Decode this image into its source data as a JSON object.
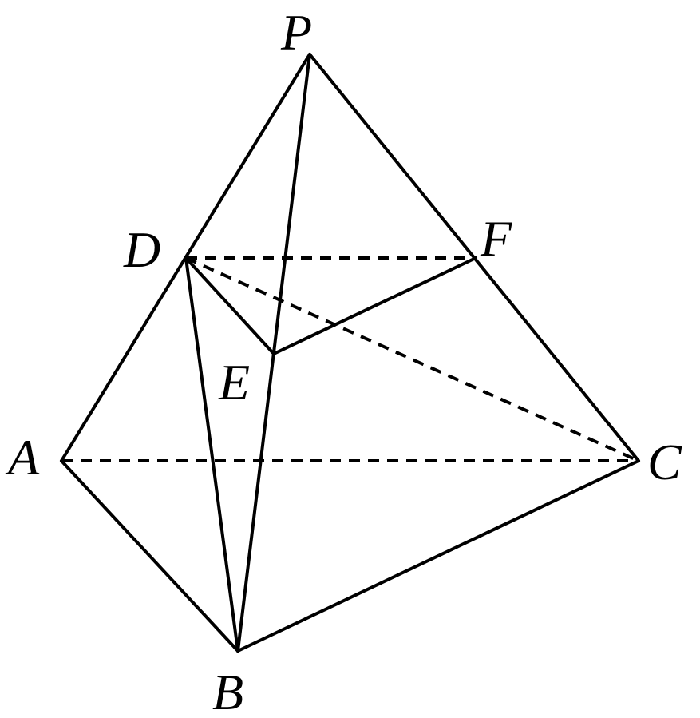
{
  "figure": {
    "vertices": {
      "P": "P",
      "D": "D",
      "F": "F",
      "E": "E",
      "A": "A",
      "C": "C",
      "B": "B"
    },
    "solid_edges": [
      "PA",
      "PB",
      "PC",
      "AB",
      "BC",
      "DB",
      "DE",
      "EF"
    ],
    "dashed_edges": [
      "AC",
      "DF",
      "DC"
    ],
    "line_color": "#000000"
  }
}
